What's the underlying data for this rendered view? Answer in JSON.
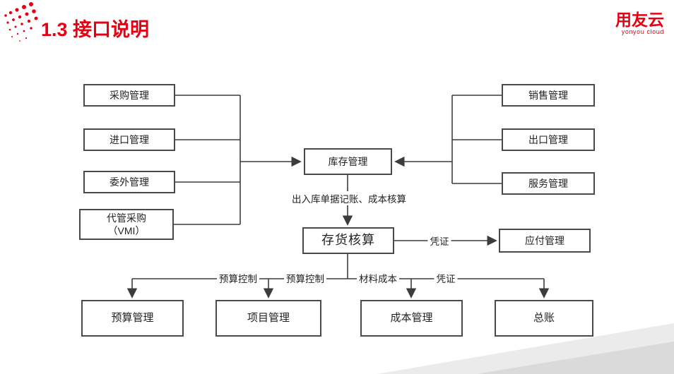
{
  "slide": {
    "title": "1.3 接口说明",
    "logo": {
      "name": "用友云",
      "subtitle": "yonyou cloud"
    }
  },
  "diagram": {
    "nodes": {
      "purchase": "采购管理",
      "import": "进口管理",
      "outsourcing": "委外管理",
      "vmi_line1": "代管采购",
      "vmi_line2": "（VMI）",
      "sales": "销售管理",
      "export": "出口管理",
      "service": "服务管理",
      "inventory": "库存管理",
      "inventory_accounting": "存货核算",
      "payables": "应付管理",
      "budget": "预算管理",
      "project": "项目管理",
      "cost": "成本管理",
      "general_ledger": "总账"
    },
    "edge_labels": {
      "inout_posting": "出入库单据记账、成本核算",
      "voucher_to_payables": "凭证",
      "budget_control_left": "预算控制",
      "budget_control_right": "预算控制",
      "material_cost": "材料成本",
      "voucher_to_ledger": "凭证"
    }
  },
  "colors": {
    "accent_red": "#e60012",
    "line": "#3c3c3c"
  }
}
